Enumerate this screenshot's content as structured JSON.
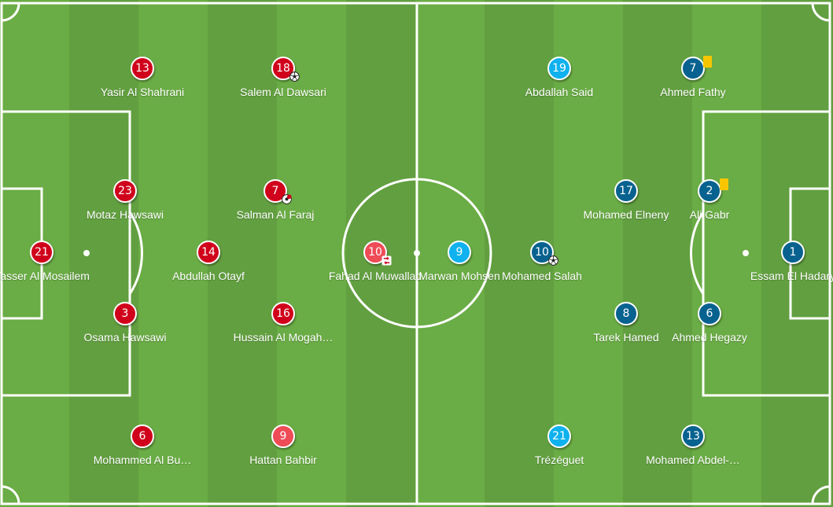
{
  "colors": {
    "pitch_light": "#6aac45",
    "pitch_dark": "#629f40",
    "lines": "#ffffff",
    "team_red": "#d0021b",
    "team_red_light": "#ee4b57",
    "team_blue": "#08628f",
    "team_cyan": "#0fb2ee",
    "yellow_card": "#f7c600"
  },
  "home_team": {
    "players": [
      {
        "number": "21",
        "name": "Yasser Al Mosailem",
        "color": "red"
      },
      {
        "number": "13",
        "name": "Yasir Al Shahrani",
        "color": "red"
      },
      {
        "number": "23",
        "name": "Motaz Hawsawi",
        "color": "red"
      },
      {
        "number": "3",
        "name": "Osama Hawsawi",
        "color": "red"
      },
      {
        "number": "6",
        "name": "Mohammed Al Bu…",
        "color": "red"
      },
      {
        "number": "14",
        "name": "Abdullah Otayf",
        "color": "red"
      },
      {
        "number": "18",
        "name": "Salem Al Dawsari",
        "color": "red",
        "icon": "ball-icon"
      },
      {
        "number": "7",
        "name": "Salman Al Faraj",
        "color": "red",
        "icon": "penalty-ball-icon"
      },
      {
        "number": "16",
        "name": "Hussain Al Mogah…",
        "color": "red"
      },
      {
        "number": "9",
        "name": "Hattan Bahbir",
        "color": "lightred"
      },
      {
        "number": "10",
        "name": "Fahad Al Muwallad",
        "color": "lightred",
        "icon": "substitution-icon"
      }
    ]
  },
  "away_team": {
    "players": [
      {
        "number": "1",
        "name": "Essam El Hadary",
        "color": "blue"
      },
      {
        "number": "2",
        "name": "Ali Gabr",
        "color": "blue",
        "icon": "yellow-card-icon"
      },
      {
        "number": "6",
        "name": "Ahmed Hegazy",
        "color": "blue"
      },
      {
        "number": "7",
        "name": "Ahmed Fathy",
        "color": "blue",
        "icon": "yellow-card-icon"
      },
      {
        "number": "13",
        "name": "Mohamed Abdel-…",
        "color": "blue"
      },
      {
        "number": "17",
        "name": "Mohamed Elneny",
        "color": "blue"
      },
      {
        "number": "8",
        "name": "Tarek Hamed",
        "color": "blue"
      },
      {
        "number": "19",
        "name": "Abdallah Said",
        "color": "cyan"
      },
      {
        "number": "21",
        "name": "Trézéguet",
        "color": "cyan"
      },
      {
        "number": "10",
        "name": "Mohamed Salah",
        "color": "blue",
        "icon": "ball-icon"
      },
      {
        "number": "9",
        "name": "Marwan Mohsen",
        "color": "cyan"
      }
    ]
  }
}
